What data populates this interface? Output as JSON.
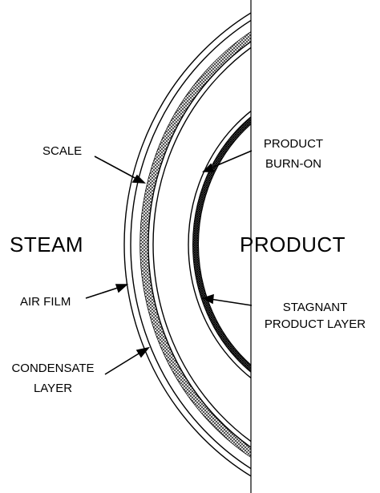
{
  "labels": {
    "scale": "SCALE",
    "steam": "STEAM",
    "air_film": "AIR FILM",
    "condensate_line1": "CONDENSATE",
    "condensate_line2": "LAYER",
    "product_burn_on_line1": "PRODUCT",
    "product_burn_on_line2": "BURN-ON",
    "product": "PRODUCT",
    "stagnant_line1": "STAGNANT",
    "stagnant_line2": "PRODUCT LAYER"
  },
  "colors": {
    "line": "#000000",
    "background": "#ffffff",
    "hatch": "#333333"
  }
}
